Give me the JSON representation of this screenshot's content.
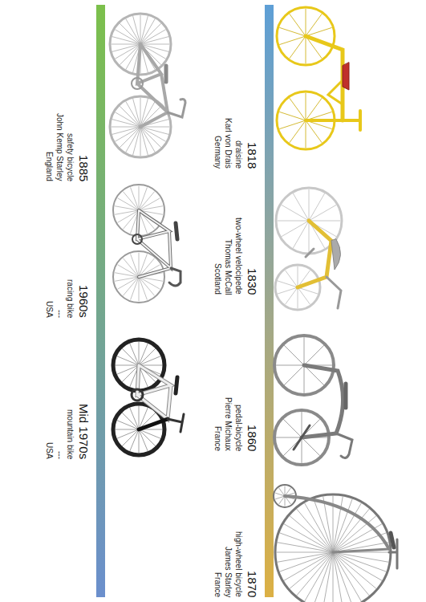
{
  "diagram": {
    "labels": [
      "1818",
      "draisine",
      "Karl von Drais",
      "Germany",
      "1830",
      "two-wheel velocipede",
      "Thomas McCall",
      "Scotland",
      "1860",
      "pedal-bicycle",
      "Pierre Michaux",
      "France",
      "1870",
      "high-wheel bicycle",
      "James Starley",
      "France",
      "1885",
      "safety bicycle",
      "John Kemp Starley",
      "England",
      "1960s",
      "racing bike",
      "---",
      "USA",
      "Mid 1970s",
      "mountain bike",
      "---",
      "USA"
    ]
  }
}
